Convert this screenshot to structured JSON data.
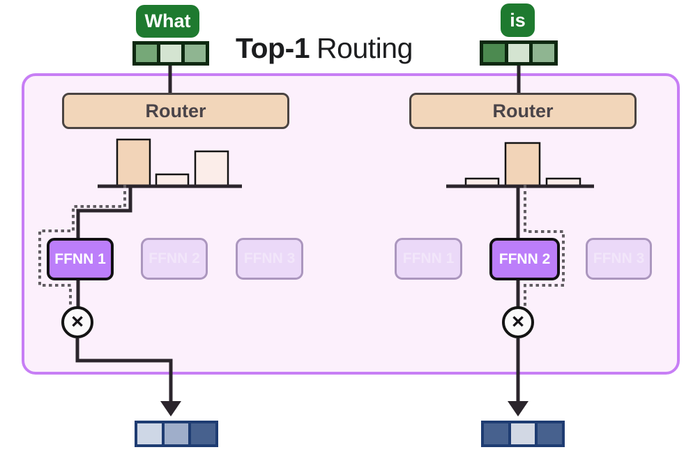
{
  "title": {
    "bold": "Top-1",
    "regular": "Routing"
  },
  "tokens": [
    {
      "label": "What",
      "cells": [
        "#76A878",
        "#D4E4D1",
        "#8FB591"
      ]
    },
    {
      "label": "is",
      "cells": [
        "#4C8A50",
        "#D4E4D1",
        "#8FB591"
      ]
    }
  ],
  "columns": [
    {
      "router": {
        "label": "Router",
        "bars": {
          "values": [
            0.67,
            0.17,
            0.5
          ],
          "selected_index": 0
        }
      },
      "experts": [
        {
          "label": "FFNN 1",
          "selected": true
        },
        {
          "label": "FFNN 2",
          "selected": false
        },
        {
          "label": "FFNN 3",
          "selected": false
        }
      ],
      "multiply": "×",
      "output_cells": [
        "#CED7E6",
        "#9FAECA",
        "#47618E"
      ]
    },
    {
      "router": {
        "label": "Router",
        "bars": {
          "values": [
            0.11,
            0.62,
            0.11
          ],
          "selected_index": 1
        }
      },
      "experts": [
        {
          "label": "FFNN 1",
          "selected": false
        },
        {
          "label": "FFNN 2",
          "selected": true
        },
        {
          "label": "FFNN 3",
          "selected": false
        }
      ],
      "multiply": "×",
      "output_cells": [
        "#47618E",
        "#D2D8E4",
        "#47618E"
      ]
    }
  ],
  "colors": {
    "panel_bg": "#FCF0FC",
    "panel_border": "#C77EF5",
    "router_fill": "#F2D6BA",
    "router_border": "#4A4442",
    "router_text": "#4A4449",
    "bar_selected": "#F2D4B8",
    "bar_unselected": "#FBEDE9",
    "bar_stroke": "#141414",
    "expert_selected_fill": "#BC7EFA",
    "expert_selected_border": "#121014",
    "expert_unselected_fill": "#EBD9F8",
    "expert_unselected_border": "#AB96BE",
    "expert_unselected_text": "#F2E6FA",
    "token_fill": "#1E7A2F",
    "token_text": "#FFFFFF",
    "embedding_border": "#0D2810",
    "output_border": "#1E3C72",
    "line": "#2B252C",
    "dotted": "#615C62",
    "title_text": "#1C1D1F"
  }
}
